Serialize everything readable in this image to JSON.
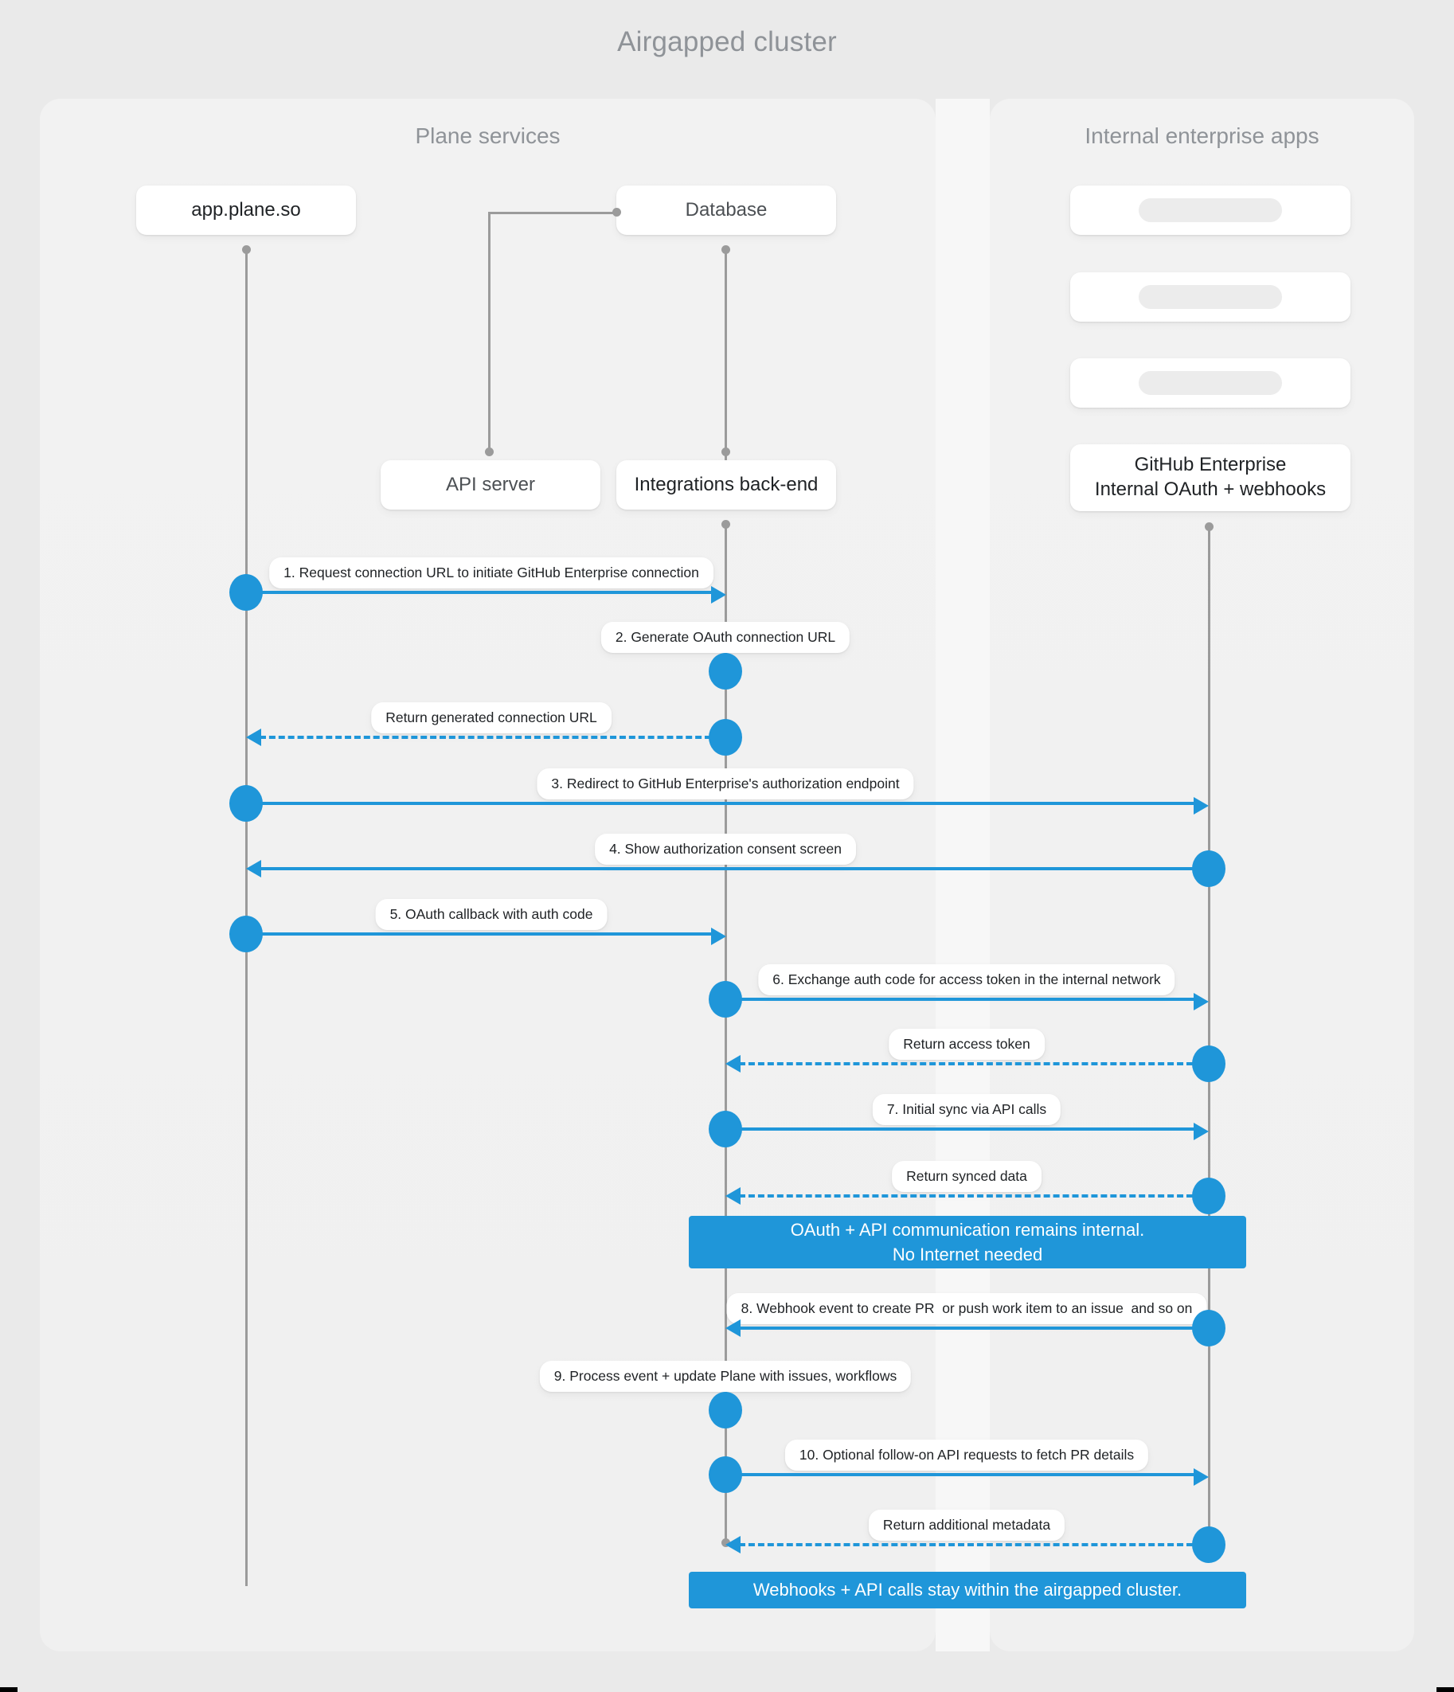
{
  "title": "Airgapped cluster",
  "panels": {
    "left": {
      "title": "Plane services"
    },
    "right": {
      "title": "Internal enterprise apps"
    }
  },
  "participants": {
    "app": {
      "label": "app.plane.so"
    },
    "database": {
      "label": "Database"
    },
    "api_server": {
      "label": "API server"
    },
    "integrations": {
      "label": "Integrations back-end"
    },
    "github": {
      "line1": "GitHub Enterprise",
      "line2": "Internal OAuth + webhooks"
    },
    "placeholder_1": {
      "label": ""
    },
    "placeholder_2": {
      "label": ""
    },
    "placeholder_3": {
      "label": ""
    }
  },
  "messages": [
    {
      "id": 1,
      "label": "1. Request connection URL to initiate GitHub Enterprise connection"
    },
    {
      "id": 2,
      "label": "2. Generate OAuth connection URL"
    },
    {
      "id": 3,
      "label": "Return generated connection URL"
    },
    {
      "id": 4,
      "label": "3. Redirect to GitHub Enterprise's authorization endpoint"
    },
    {
      "id": 5,
      "label": "4. Show authorization consent screen"
    },
    {
      "id": 6,
      "label": "5. OAuth callback with auth code"
    },
    {
      "id": 7,
      "label": "6. Exchange auth code for access token in the internal network"
    },
    {
      "id": 8,
      "label": "Return access token"
    },
    {
      "id": 9,
      "label": "7. Initial sync via API calls"
    },
    {
      "id": 10,
      "label": "Return synced data"
    },
    {
      "id": 11,
      "label": "8. Webhook event to create PR  or push work item to an issue  and so on"
    },
    {
      "id": 12,
      "label": "9. Process event + update Plane with issues, workflows"
    },
    {
      "id": 13,
      "label": "10. Optional follow-on API requests to fetch PR details"
    },
    {
      "id": 14,
      "label": "Return additional metadata"
    }
  ],
  "notes": [
    {
      "id": "note-internal",
      "line1": "OAuth + API communication remains internal.",
      "line2": "No Internet needed"
    },
    {
      "id": "note-airgapped",
      "line1": "Webhooks + API calls stay within the airgapped cluster.",
      "line2": ""
    }
  ],
  "colors": {
    "accent": "#1f96d9",
    "lifeline": "#9b9b9b",
    "panel": "#f1f1f1",
    "background": "#eaeaea",
    "muted_text": "#8f9398"
  }
}
